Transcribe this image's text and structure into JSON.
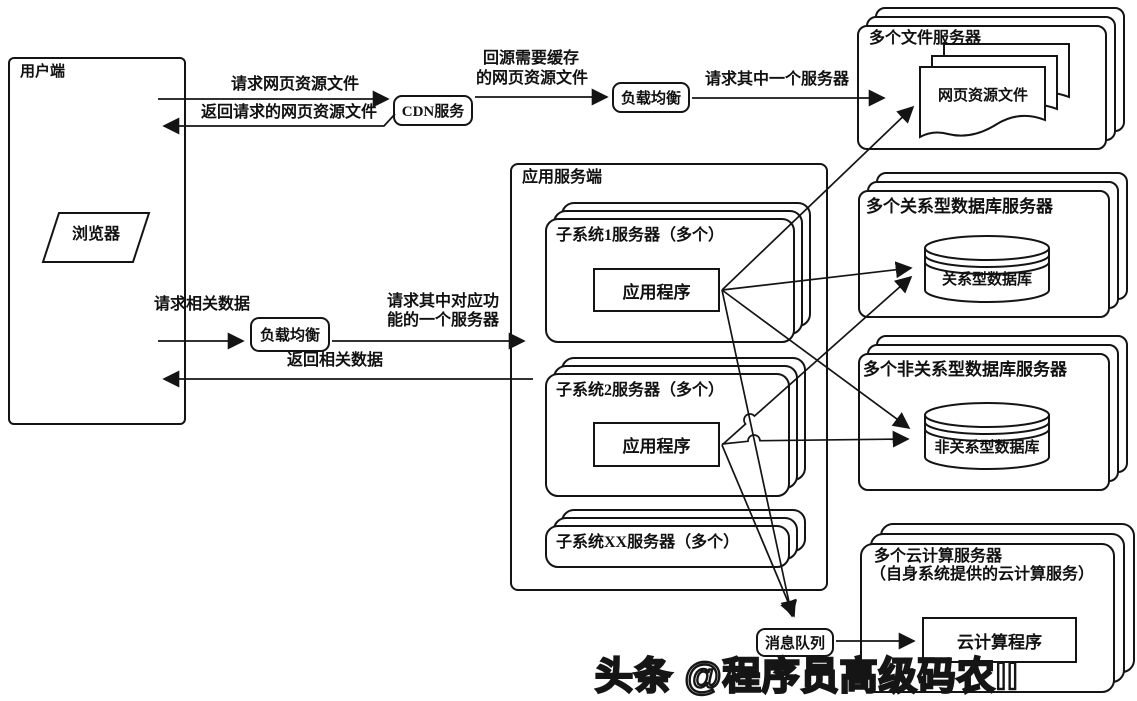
{
  "user_panel": {
    "title": "用户端",
    "browser": "浏览器"
  },
  "cdn": {
    "label": "CDN服务"
  },
  "lb_top": {
    "label": "负载均衡"
  },
  "lb_mid": {
    "label": "负载均衡"
  },
  "file_servers": {
    "title": "多个文件服务器",
    "doc_label": "网页资源文件"
  },
  "app_server_panel": {
    "title": "应用服务端",
    "subsystem1": {
      "title": "子系统1服务器（多个）",
      "app": "应用程序"
    },
    "subsystem2": {
      "title": "子系统2服务器（多个）",
      "app": "应用程序"
    },
    "subsystemXX": {
      "title": "子系统XX服务器（多个）"
    }
  },
  "relational": {
    "title": "多个关系型数据库服务器",
    "db": "关系型数据库"
  },
  "non_relational": {
    "title": "多个非关系型数据库服务器",
    "db": "非关系型数据库"
  },
  "cloud": {
    "title": "多个云计算服务器",
    "subtitle": "（自身系统提供的云计算服务）",
    "app": "云计算程序"
  },
  "mq": {
    "label": "消息队列"
  },
  "edges": {
    "req_web": "请求网页资源文件",
    "ret_web": "返回请求的网页资源文件",
    "origin_pull_1": "回源需要缓存",
    "origin_pull_2": "的网页资源文件",
    "req_one_server": "请求其中一个服务器",
    "req_data": "请求相关数据",
    "req_func_1": "请求其中对应功",
    "req_func_2": "能的一个服务器",
    "ret_data": "返回相关数据"
  },
  "watermark": "头条 @程序员高级码农II",
  "colors": {
    "line": "#141414",
    "bg": "#ffffff"
  }
}
